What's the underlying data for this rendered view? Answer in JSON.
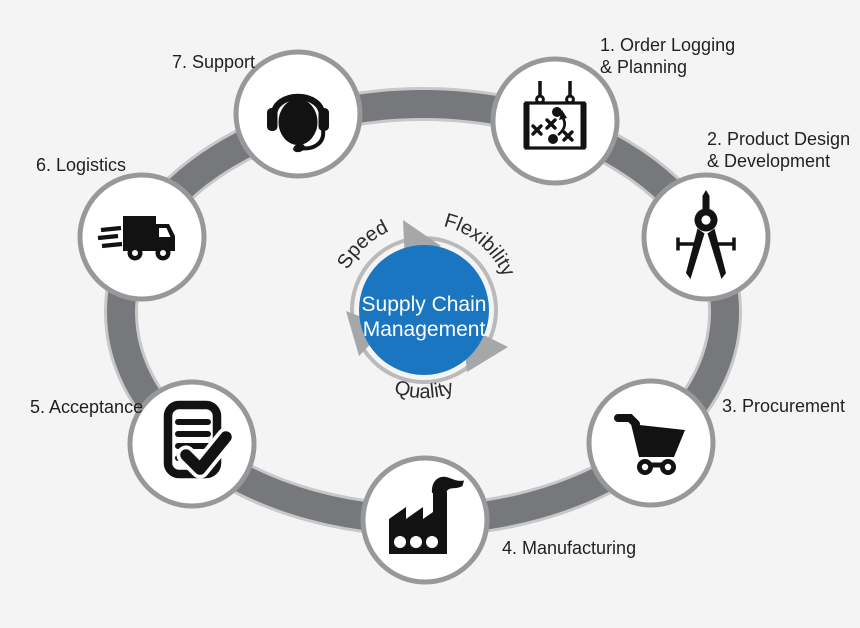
{
  "diagram": {
    "title": "Supply Chain Management",
    "center": {
      "line1": "Supply Chain",
      "line2": "Management",
      "values": [
        "Speed",
        "Flexibility",
        "Quality"
      ]
    },
    "stages": [
      {
        "line1": "1. Order Logging",
        "line2": "& Planning",
        "icon": "strategy-board-icon"
      },
      {
        "line1": "2. Product Design",
        "line2": "& Development",
        "icon": "drafting-compass-icon"
      },
      {
        "line1": "3. Procurement",
        "icon": "shopping-cart-icon"
      },
      {
        "line1": "4. Manufacturing",
        "icon": "factory-icon"
      },
      {
        "line1": "5. Acceptance",
        "icon": "checklist-icon"
      },
      {
        "line1": "6. Logistics",
        "icon": "delivery-truck-icon"
      },
      {
        "line1": "7. Support",
        "icon": "headset-icon"
      }
    ],
    "colors": {
      "background": "#f4f4f5",
      "ring_gray": "#77787b",
      "ring_edge_gray": "#c7c8ca",
      "node_border_gray": "#97989a",
      "node_fill": "#ffffff",
      "icon_black": "#121212",
      "center_blue": "#1b76c1",
      "arrow_gray": "#a6a7a9",
      "outline_gray": "#b9babc",
      "label_text": "#231f20"
    }
  }
}
